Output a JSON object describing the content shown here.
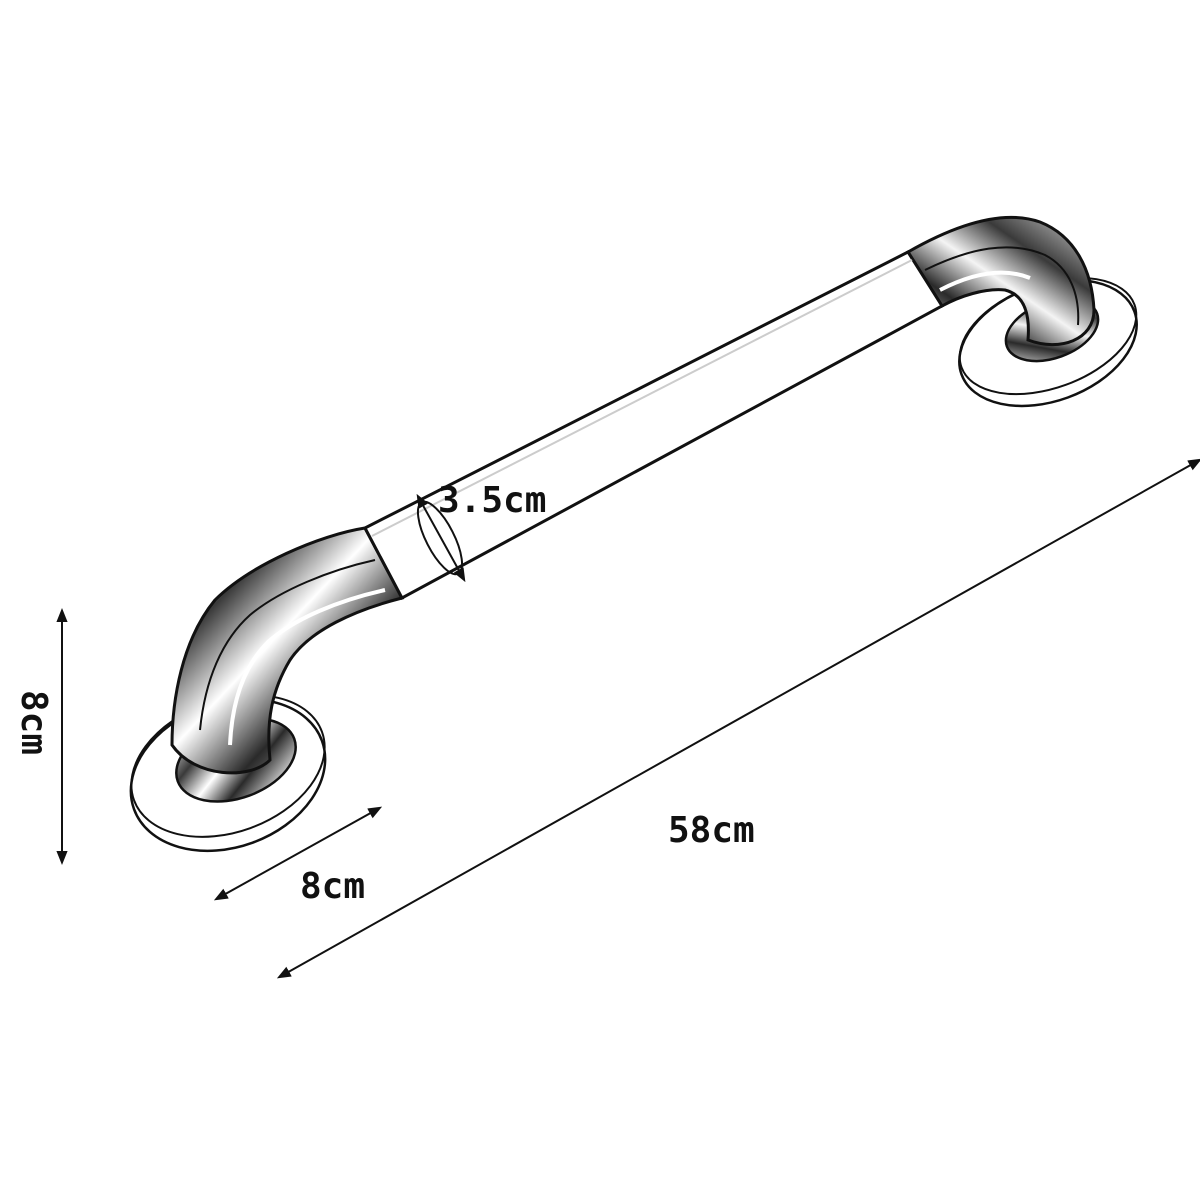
{
  "diagram": {
    "dimensions": {
      "diameter": "3.5cm",
      "height": "8cm",
      "depth": "8cm",
      "length": "58cm"
    },
    "colors": {
      "line": "#111111",
      "chrome_dark": "#2a2a2a",
      "chrome_mid": "#9a9a9a",
      "chrome_light": "#f4f4f4",
      "grip": "#ffffff"
    }
  }
}
